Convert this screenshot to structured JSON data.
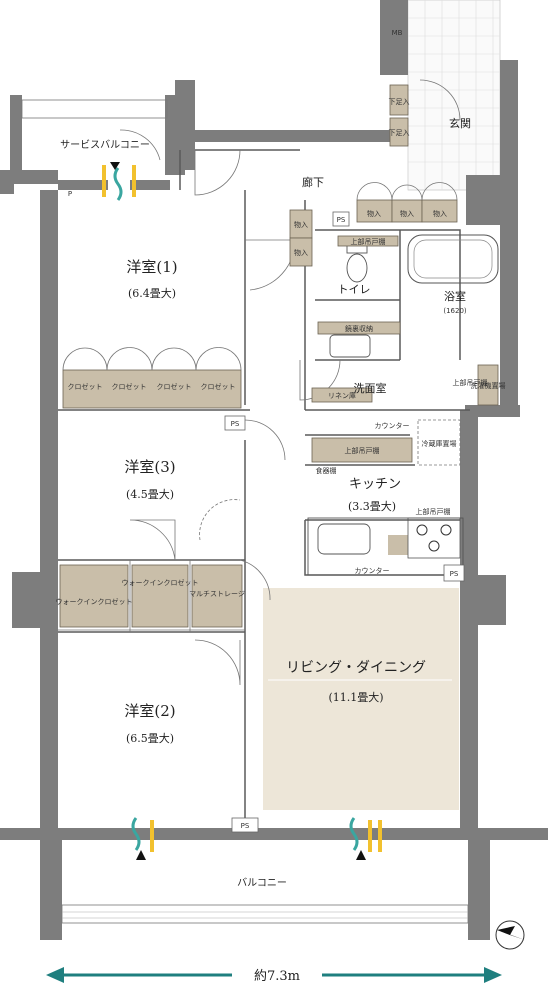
{
  "rooms": {
    "western1": {
      "name": "洋室(1)",
      "size": "(6.4畳大)"
    },
    "western3": {
      "name": "洋室(3)",
      "size": "(4.5畳大)"
    },
    "western2": {
      "name": "洋室(2)",
      "size": "(6.5畳大)"
    },
    "kitchen": {
      "name": "キッチン",
      "size": "(3.3畳大)"
    },
    "living": {
      "name": "リビング・ダイニング",
      "size": "(11.1畳大)"
    },
    "bath": {
      "name": "浴室",
      "size": "(1620)"
    }
  },
  "labels": {
    "service_balcony": "サービスバルコニー",
    "balcony": "バルコニー",
    "hallway": "廊下",
    "entrance": "玄関",
    "toilet": "トイレ",
    "washroom": "洗面室",
    "mb": "MB",
    "p": "P",
    "ps1": "PS",
    "ps2": "PS",
    "ps3": "PS",
    "ps4": "PS",
    "shoes1": "下足入",
    "shoes2": "下足入",
    "storage_a": "物入",
    "storage_b": "物入",
    "storage_c": "物入",
    "storage_d": "物入",
    "storage_e": "物入",
    "upper_cabinet_toilet": "上部吊戸棚",
    "upper_cabinet_wash": "上部吊戸棚",
    "upper_cabinet_kitchen": "上部吊戸棚",
    "upper_cabinet_stove": "上部吊戸棚",
    "vanity_storage": "鏡裏収納",
    "washer": "洗濯機置場",
    "linen": "リネン庫",
    "counter1": "カウンター",
    "counter2": "カウンター",
    "dish_shelf": "食器棚",
    "fridge": "冷蔵庫置場",
    "closet1": "クロゼット",
    "closet2": "クロゼット",
    "closet3": "クロゼット",
    "closet4": "クロゼット",
    "walkin1": "ウォークインクロゼット",
    "walkin2": "ウォークインクロゼット",
    "multi": "マルチストレージ"
  },
  "dimension": {
    "width_label": "約7.3m"
  },
  "colors": {
    "wall": "#7d7d7d",
    "storage": "#c9bea9",
    "living_floor": "#ede6d8",
    "arrow": "#1f7f7f",
    "air_yellow": "#f2c12e",
    "air_teal": "#3aa6a0"
  },
  "icons": [
    "compass-icon",
    "ventilation-icon"
  ]
}
